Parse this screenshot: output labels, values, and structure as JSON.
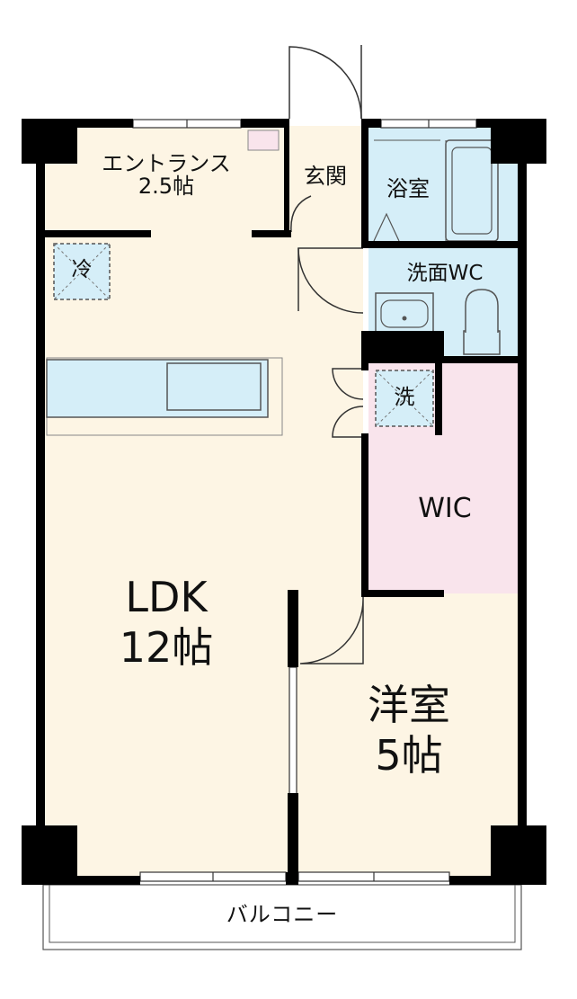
{
  "floorplan": {
    "colors": {
      "living_floor": "#fdf5e4",
      "wet_area": "#d5eef8",
      "closet": "#f9e4ec",
      "wall": "#000000",
      "outline": "#555555"
    },
    "rooms": {
      "entrance_hall": {
        "name": "エントランス",
        "size": "2.5帖"
      },
      "genkan": {
        "name": "玄関"
      },
      "bath": {
        "name": "浴室"
      },
      "washroom_wc": {
        "name": "洗面WC"
      },
      "ldk": {
        "name": "LDK",
        "size": "12帖"
      },
      "wic": {
        "name": "WIC"
      },
      "western_room": {
        "name": "洋室",
        "size": "5帖"
      },
      "balcony": {
        "name": "バルコニー"
      }
    },
    "fixtures": {
      "refrigerator": {
        "label": "冷"
      },
      "washer": {
        "label": "洗"
      }
    }
  }
}
